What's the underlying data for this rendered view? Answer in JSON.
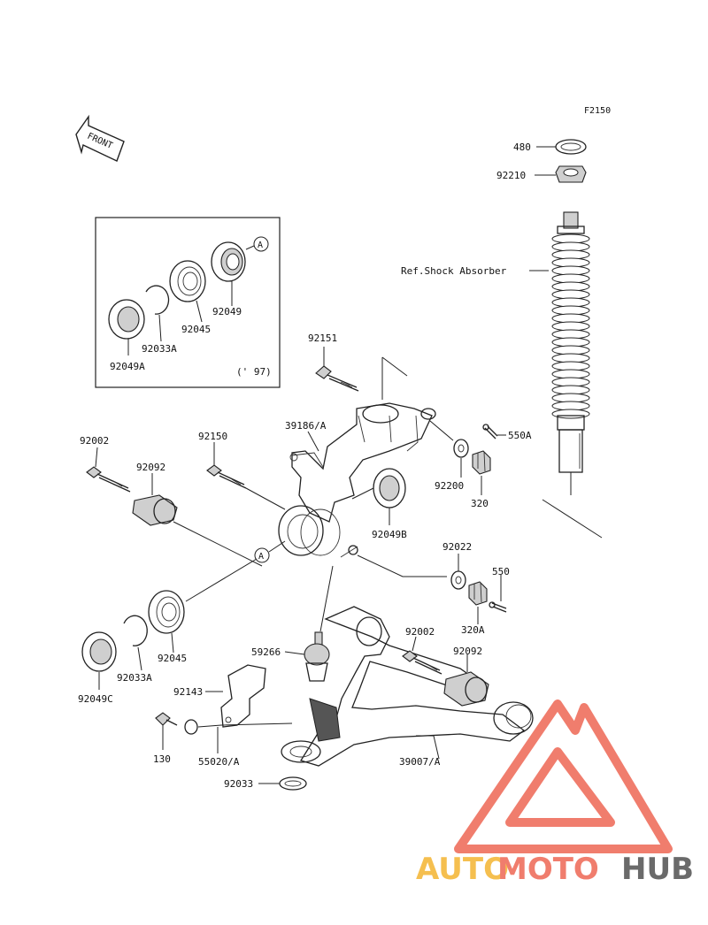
{
  "figure_code": "F2150",
  "front_label": "FRONT",
  "inset": {
    "year_note": "(' 97)"
  },
  "reference_label": "Ref.Shock Absorber",
  "callouts": {
    "c480": "480",
    "c92210": "92210",
    "c92049": "92049",
    "c92045_top": "92045",
    "c92033A_top": "92033A",
    "c92049A": "92049A",
    "c92151": "92151",
    "c39186A": "39186/A",
    "c550A": "550A",
    "c92200": "92200",
    "c320": "320",
    "c92002_top": "92002",
    "c92150": "92150",
    "c92092_top": "92092",
    "c92049B": "92049B",
    "c92022": "92022",
    "c550": "550",
    "c320A": "320A",
    "c92045_bot": "92045",
    "c92033A_bot": "92033A",
    "c92049C": "92049C",
    "c59266": "59266",
    "c92002_bot": "92002",
    "c92092_bot": "92092",
    "c92143": "92143",
    "c130": "130",
    "c55020A": "55020/A",
    "c39007A": "39007/A",
    "c92033": "92033"
  },
  "marker_A": "A",
  "watermark": {
    "part1": "AUTO",
    "part2": "MOTO",
    "part3": "HUB",
    "colors": {
      "auto": "#f5b93d",
      "moto": "#ef6f5e",
      "hub": "#5a5a5a",
      "triangle": "#ef6f5e"
    }
  }
}
